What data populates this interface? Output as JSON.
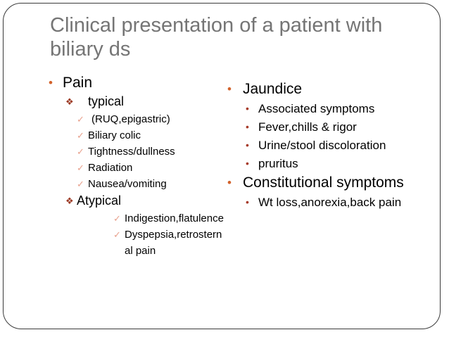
{
  "slide": {
    "title": "Clinical presentation of a patient with biliary ds",
    "border_color": "#3a3a3a",
    "background": "#ffffff",
    "title_color": "#757575"
  },
  "bullets": {
    "round_orange": "•",
    "diamond_cluster": "❖",
    "check": "✓",
    "round_dark_red": "•"
  },
  "colors": {
    "accent_orange": "#d2622b",
    "dark_red": "#9c3a25",
    "light_salmon": "#e8a18d",
    "bullet_red": "#a63a28",
    "text": "#000000"
  },
  "left_column": {
    "heading": "Pain",
    "groups": [
      {
        "label": "typical",
        "items": [
          "(RUQ,epigastric)",
          "Biliary colic",
          "Tightness/dullness",
          "Radiation",
          "Nausea/vomiting"
        ]
      },
      {
        "label": "Atypical",
        "items": [
          "Indigestion,flatulence",
          "Dyspepsia,retrostern al pain"
        ]
      }
    ]
  },
  "right_column": {
    "sections": [
      {
        "heading": "Jaundice",
        "items": [
          "Associated symptoms",
          "Fever,chills & rigor",
          "Urine/stool discoloration",
          "pruritus"
        ]
      },
      {
        "heading": "Constitutional symptoms",
        "items": [
          "Wt loss,anorexia,back pain"
        ]
      }
    ]
  }
}
